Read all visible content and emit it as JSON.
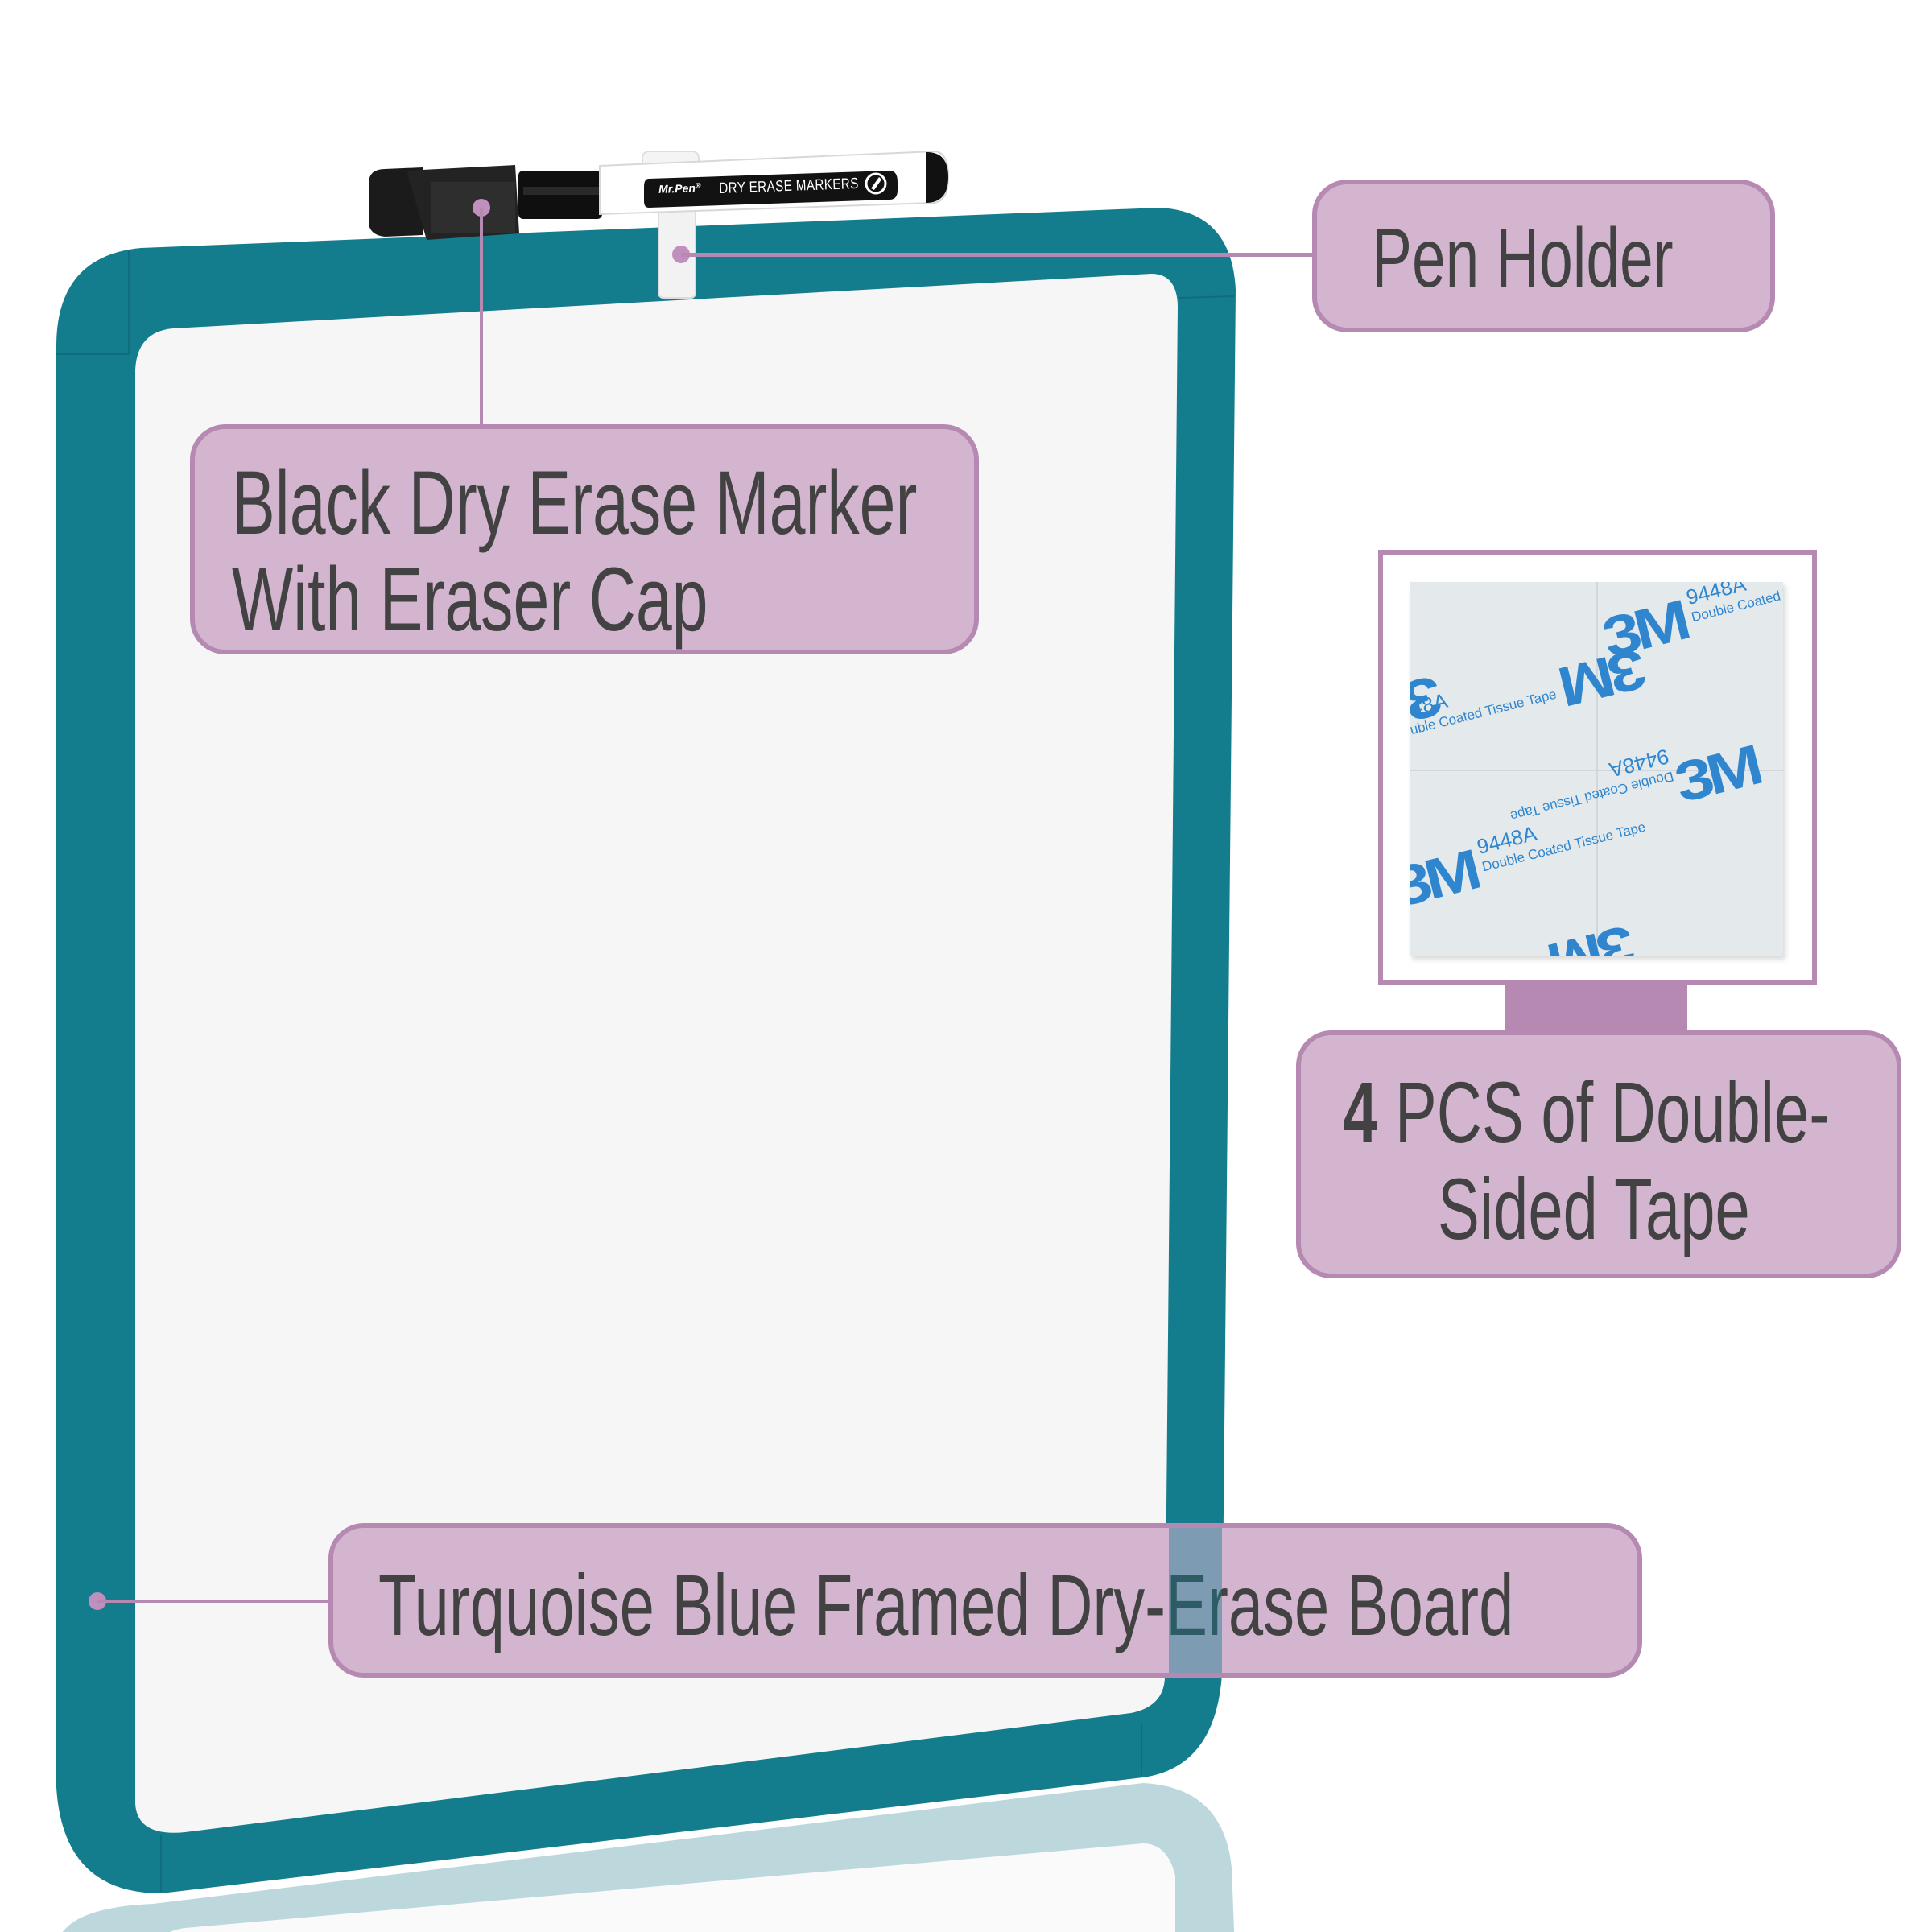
{
  "colors": {
    "frame": "#147d8d",
    "frame_reflection": "#bcd8dd",
    "board_surface": "#f6f6f6",
    "callout_fill": "#d3b5d0",
    "callout_border": "#b689b2",
    "callout_text": "#434243",
    "tape_print": "#2f86cf"
  },
  "callouts": {
    "pen_holder": {
      "text": "Pen Holder"
    },
    "marker": {
      "line1": "Black Dry Erase Marker",
      "line2": "With Eraser Cap"
    },
    "tape": {
      "count": "4",
      "line1_rest": " PCS of Double-",
      "line2": "Sided Tape"
    },
    "board": {
      "text": "Turquoise Blue Framed Dry-Erase Board"
    }
  },
  "marker": {
    "brand": "Mr.Pen",
    "brand_mark": "®",
    "label": "DRY ERASE MARKERS",
    "icon": "pen-nib-icon"
  },
  "tape_photo": {
    "brand": "3M",
    "code": "9448A",
    "description": "Double Coated Tissue Tape",
    "pieces": 4
  }
}
